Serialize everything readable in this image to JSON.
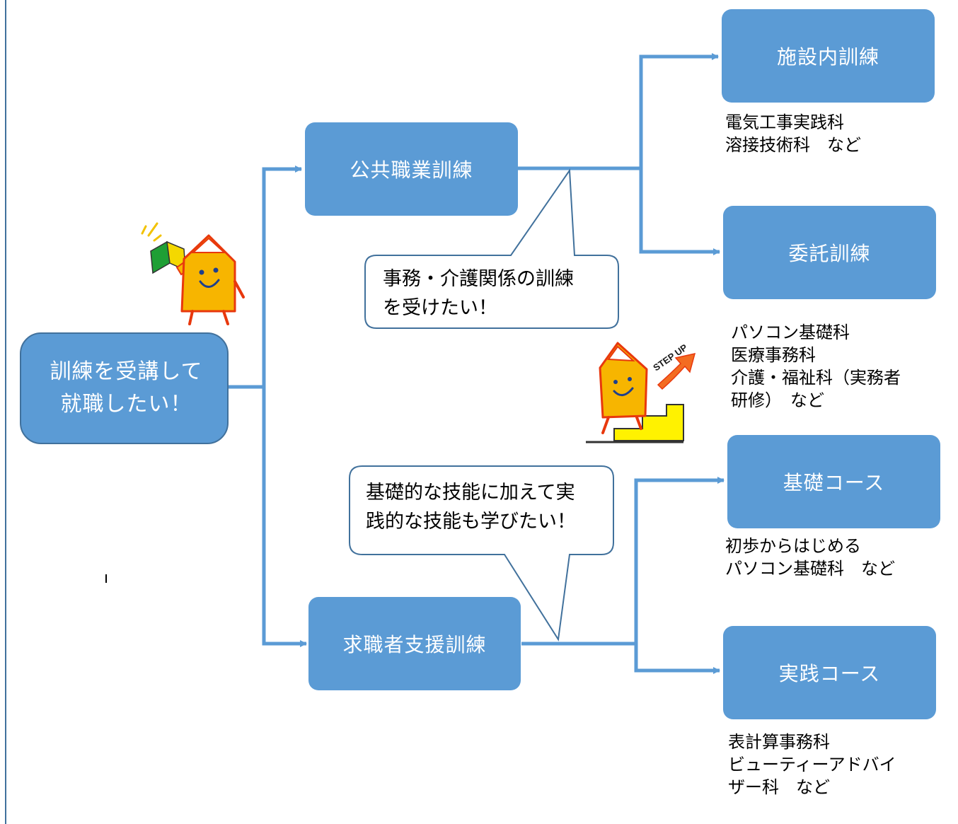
{
  "start": {
    "line1": "訓練を受講して",
    "line2": "就職したい！"
  },
  "public_training": {
    "label": "公共職業訓練",
    "bubble": {
      "line1": "事務・介護関係の訓練",
      "line2": "を受けたい！"
    },
    "in_facility": {
      "label": "施設内訓練",
      "examples": [
        "電気工事実践科",
        "溶接技術科　など"
      ]
    },
    "outsourced": {
      "label": "委託訓練",
      "examples": [
        "パソコン基礎科",
        "医療事務科",
        "介護・福祉科（実務者",
        "研修）　など"
      ]
    }
  },
  "job_seeker_training": {
    "label": "求職者支援訓練",
    "bubble": {
      "line1": "基礎的な技能に加えて実",
      "line2": "践的な技能も学びたい！"
    },
    "basic_course": {
      "label": "基礎コース",
      "examples": [
        "初歩からはじめる",
        "パソコン基礎科　など"
      ]
    },
    "practical_course": {
      "label": "実践コース",
      "examples": [
        "表計算事務科",
        "ビューティーアドバイ",
        "ザー科　など"
      ]
    }
  },
  "stepup_sign": "STEP UP",
  "colors": {
    "box_fill": "#5b9bd5",
    "box_border": "#41719c",
    "bubble_border": "#41719c",
    "mascot_body": "#f7b500",
    "mascot_outline": "#e8380d"
  }
}
